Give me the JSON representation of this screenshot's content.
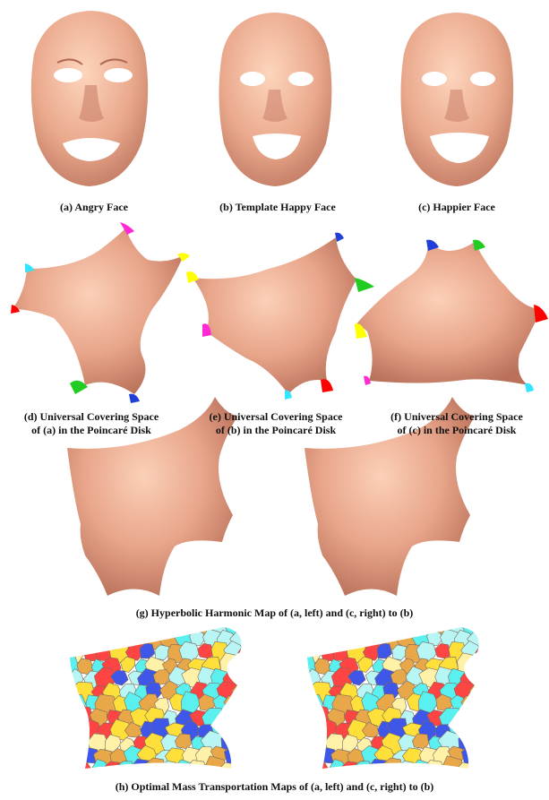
{
  "captions": {
    "a": "(a) Angry Face",
    "b": "(b) Template Happy Face",
    "c": "(c) Happier Face",
    "d_line1": "(d) Universal Covering Space",
    "d_line2": "of (a) in the Poincaré Disk",
    "e_line1": "(e) Universal Covering Space",
    "e_line2": "of (b) in the Poincaré Disk",
    "f_line1": "(f) Universal Covering Space",
    "f_line2": "of (c) in the Poincaré Disk",
    "g": "(g) Hyperbolic Harmonic Map of (a, left) and (c, right) to (b)",
    "h": "(h) Optimal Mass Transportation Maps of (a, left) and (c, right) to (b)"
  },
  "colors": {
    "skin": "#e8a58a",
    "skin_dark": "#b9715a",
    "background": "#ffffff",
    "boundary_markers": [
      "#ff2ad4",
      "#ffff00",
      "#ff0000",
      "#33e5ff",
      "#22cc22",
      "#1f3fd8"
    ],
    "omt_palette": [
      "#ffdf3a",
      "#ff4444",
      "#5bf0f0",
      "#3f57e8",
      "#fff2a8",
      "#b8f5f5",
      "#e8a84a"
    ]
  }
}
